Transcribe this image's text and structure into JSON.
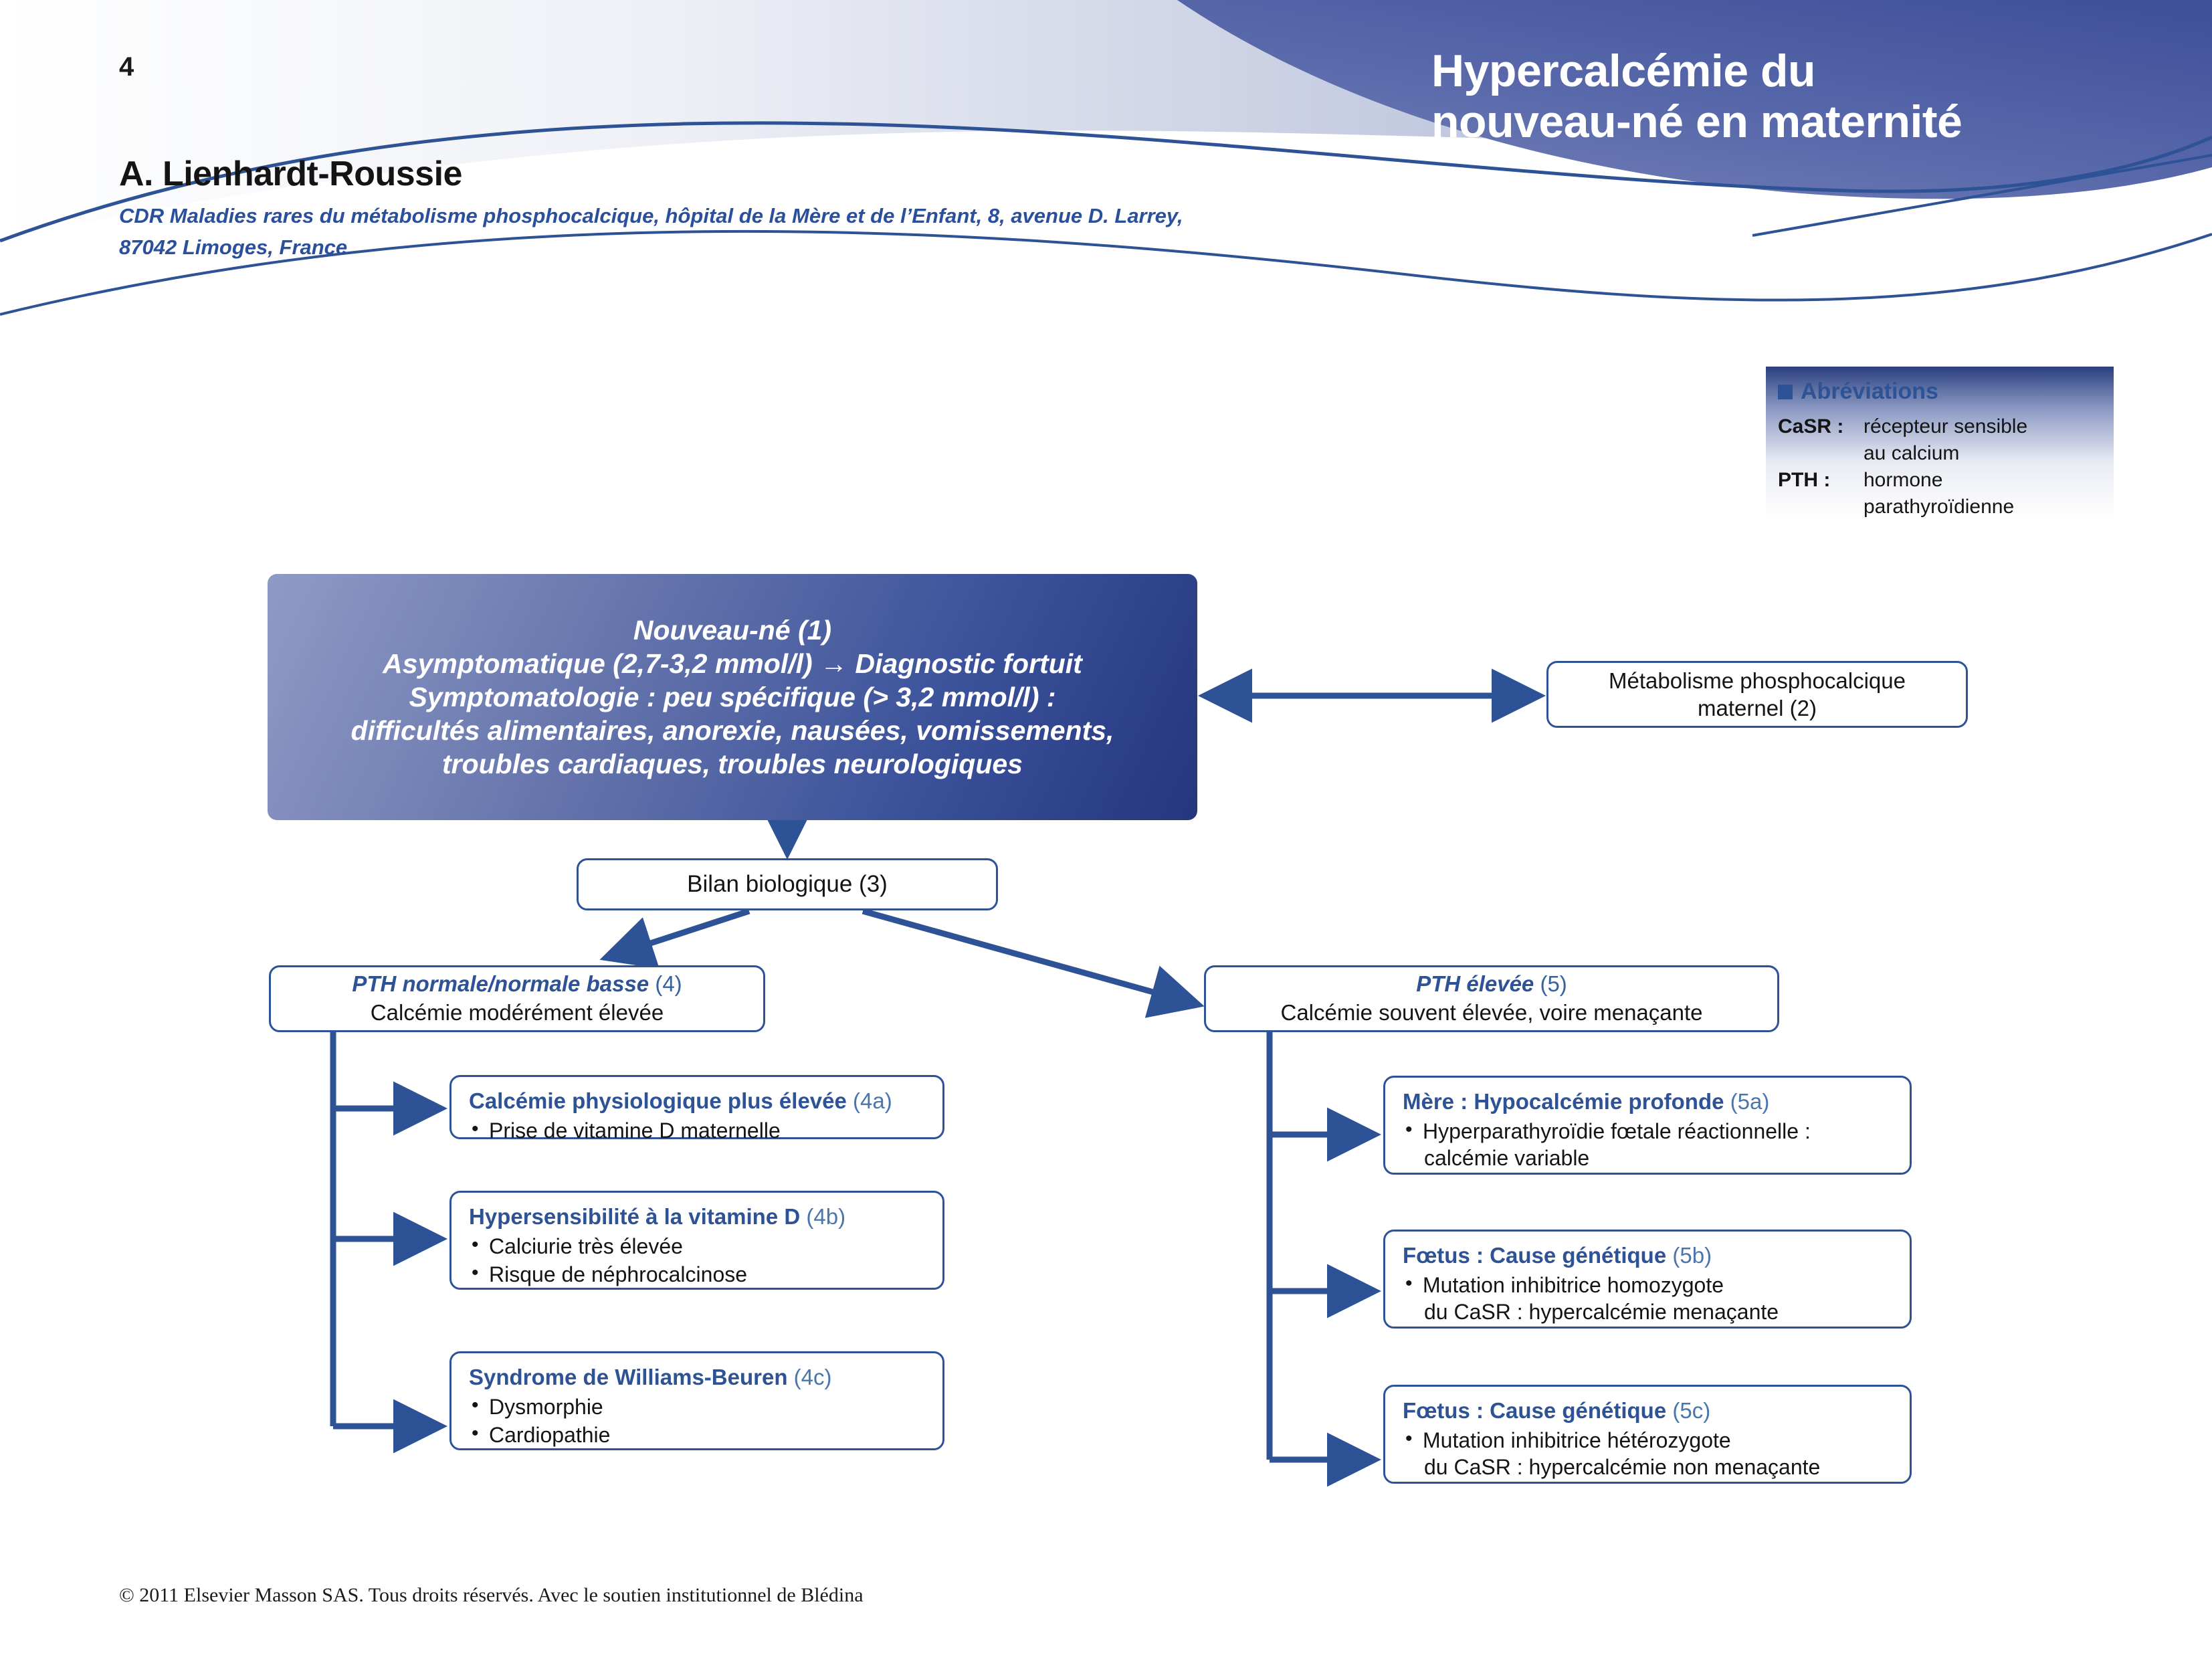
{
  "page": {
    "number": "4"
  },
  "header": {
    "title_lines": [
      "Hypercalcémie du",
      "nouveau-né en maternité"
    ],
    "brand_blue": "#2d5296",
    "title_fill": "#4d5d9e"
  },
  "author": {
    "name": "A. Lienhardt-Roussie",
    "affiliation_lines": [
      "CDR Maladies rares du métabolisme phosphocalcique, hôpital de la Mère et de l’Enfant, 8, avenue D. Larrey,",
      "87042 Limoges, France"
    ]
  },
  "abbreviations": {
    "heading": "Abréviations",
    "items": [
      {
        "key": "CaSR :",
        "value_lines": [
          "récepteur sensible",
          "au calcium"
        ]
      },
      {
        "key": "PTH :",
        "value_lines": [
          "hormone",
          "parathyroïdienne"
        ]
      }
    ]
  },
  "flow": {
    "main": {
      "lines": [
        "Nouveau-né (1)",
        "Asymptomatique (2,7-3,2 mmol/l) → Diagnostic fortuit",
        "Symptomatologie : peu spécifique (> 3,2 mmol/l) :",
        "difficultés alimentaires, anorexie, nausées, vomissements,",
        "troubles cardiaques, troubles neurologiques"
      ]
    },
    "maternal": {
      "lines": [
        "Métabolisme phosphocalcique",
        "maternel (2)"
      ]
    },
    "bilan": {
      "label": "Bilan biologique (3)"
    },
    "pth_normale": {
      "title": "PTH normale/normale basse",
      "ref": "(4)",
      "subtitle": "Calcémie modérément élevée"
    },
    "pth_elevee": {
      "title": "PTH élevée",
      "ref": "(5)",
      "subtitle": "Calcémie souvent élevée, voire menaçante"
    },
    "left_branches": [
      {
        "title": "Calcémie physiologique plus élevée",
        "ref": "(4a)",
        "bullets": [
          {
            "line1": "Prise de vitamine D maternelle",
            "line2": ""
          }
        ]
      },
      {
        "title": "Hypersensibilité à la vitamine D",
        "ref": "(4b)",
        "bullets": [
          {
            "line1": "Calciurie très élevée",
            "line2": ""
          },
          {
            "line1": "Risque de néphrocalcinose",
            "line2": ""
          }
        ]
      },
      {
        "title": "Syndrome de Williams-Beuren",
        "ref": "(4c)",
        "bullets": [
          {
            "line1": "Dysmorphie",
            "line2": ""
          },
          {
            "line1": "Cardiopathie",
            "line2": ""
          }
        ]
      }
    ],
    "right_branches": [
      {
        "title": "Mère : Hypocalcémie profonde",
        "ref": "(5a)",
        "bullets": [
          {
            "line1": "Hyperparathyroïdie fœtale réactionnelle :",
            "line2": "calcémie variable"
          }
        ]
      },
      {
        "title": "Fœtus : Cause génétique",
        "ref": "(5b)",
        "bullets": [
          {
            "line1": "Mutation inhibitrice homozygote",
            "line2": "du CaSR : hypercalcémie menaçante"
          }
        ]
      },
      {
        "title": "Fœtus : Cause génétique",
        "ref": "(5c)",
        "bullets": [
          {
            "line1": "Mutation inhibitrice hétérozygote",
            "line2": "du CaSR : hypercalcémie non menaçante"
          }
        ]
      }
    ]
  },
  "footer": {
    "copyright": "© 2011 Elsevier Masson SAS. Tous droits réservés. Avec le soutien institutionnel de Blédina"
  }
}
